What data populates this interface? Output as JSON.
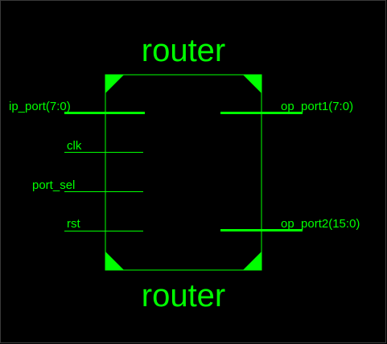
{
  "colors": {
    "background": "#000000",
    "foreground": "#00ff00",
    "frame": "#3a3a3a"
  },
  "symbol": {
    "top_label": "router",
    "bottom_label": "router"
  },
  "ports": {
    "inputs": [
      {
        "label": "ip_port(7:0)",
        "bus": true
      },
      {
        "label": "clk",
        "bus": false
      },
      {
        "label": "port_sel",
        "bus": false
      },
      {
        "label": "rst",
        "bus": false
      }
    ],
    "outputs": [
      {
        "label": "op_port1(7:0)",
        "bus": true
      },
      {
        "label": "op_port2(15:0)",
        "bus": true
      }
    ]
  }
}
